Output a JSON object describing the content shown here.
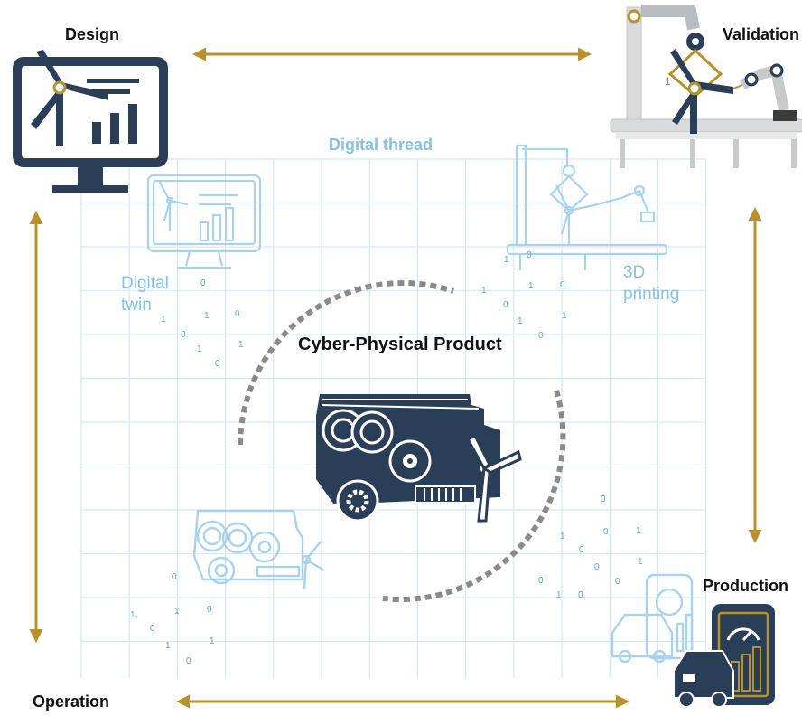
{
  "diagram": {
    "stages": {
      "design": "Design",
      "validation": "Validation",
      "production": "Production",
      "operation": "Operation"
    },
    "thread_label": "Digital thread",
    "center_label": "Cyber-Physical Product",
    "faint_labels": {
      "digital_twin": "Digital\ntwin",
      "printing_3d": "3D\nprinting"
    },
    "bits": {
      "cluster_a": [
        "0",
        "1",
        "1",
        "0",
        "0",
        "1",
        "1",
        "0"
      ],
      "cluster_b": [
        "1",
        "1",
        "0",
        "0",
        "1",
        "1",
        "0"
      ],
      "cluster_c": [
        "0",
        "1",
        "0",
        "1",
        "0",
        "0",
        "1",
        "0"
      ],
      "cluster_d": [
        "1",
        "1",
        "0",
        "0",
        "1",
        "0"
      ],
      "cluster_e": [
        "0",
        "1",
        "1",
        "0",
        "0",
        "1",
        "0"
      ]
    },
    "colors": {
      "navy": "#2b3e57",
      "gold": "#b8912a",
      "light_blue": "#86c1e6",
      "grid": "#d6e7f5",
      "dashed_ring": "#8a8a8a"
    }
  }
}
